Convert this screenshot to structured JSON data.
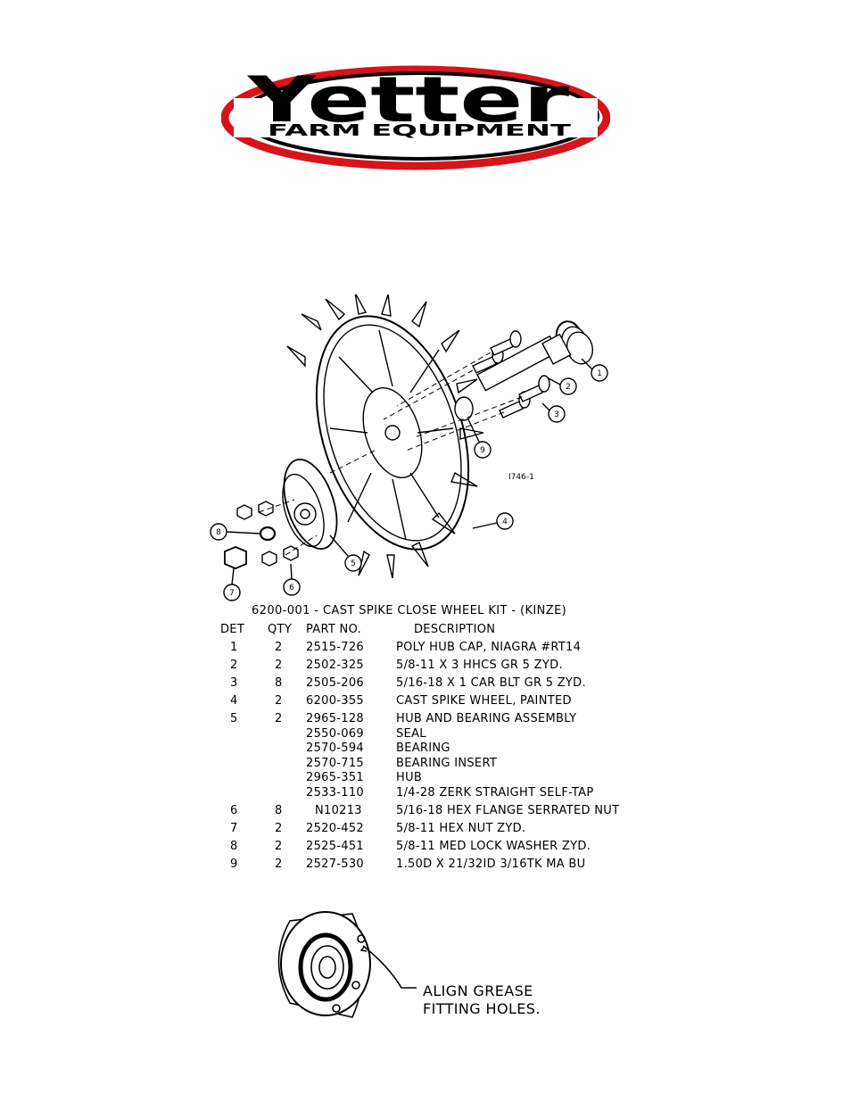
{
  "logo": {
    "brand": "Yetter",
    "tagline": "FARM EQUIPMENT"
  },
  "diagram": {
    "drawing_id": "I746-1",
    "callouts": [
      "1",
      "2",
      "3",
      "4",
      "5",
      "6",
      "6",
      "7",
      "8",
      "9"
    ]
  },
  "kit_title": "6200-001 - CAST SPIKE CLOSE WHEEL KIT - (KINZE)",
  "parts_table": {
    "headers": {
      "det": "DET",
      "qty": "QTY",
      "part": "PART NO.",
      "desc": "DESCRIPTION"
    },
    "rows": [
      {
        "det": "1",
        "qty": "2",
        "part": "2515-726",
        "desc": "POLY HUB CAP, NIAGRA #RT14"
      },
      {
        "det": "2",
        "qty": "2",
        "part": "2502-325",
        "desc": "5/8-11 X 3 HHCS GR 5 ZYD."
      },
      {
        "det": "3",
        "qty": "8",
        "part": "2505-206",
        "desc": "5/16-18 X 1 CAR BLT GR 5 ZYD."
      },
      {
        "det": "4",
        "qty": "2",
        "part": "6200-355",
        "desc": "CAST SPIKE WHEEL, PAINTED"
      },
      {
        "det": "5",
        "qty": "2",
        "part": "2965-128",
        "desc": "HUB AND BEARING ASSEMBLY"
      },
      {
        "det": "",
        "qty": "",
        "part": "2550-069",
        "desc": "SEAL"
      },
      {
        "det": "",
        "qty": "",
        "part": "2570-594",
        "desc": "BEARING"
      },
      {
        "det": "",
        "qty": "",
        "part": "2570-715",
        "desc": "BEARING INSERT"
      },
      {
        "det": "",
        "qty": "",
        "part": "2965-351",
        "desc": "HUB"
      },
      {
        "det": "",
        "qty": "",
        "part": "2533-110",
        "desc": "1/4-28 ZERK STRAIGHT SELF-TAP"
      },
      {
        "det": "6",
        "qty": "8",
        "part": "N10213",
        "desc": "5/16-18 HEX FLANGE SERRATED NUT"
      },
      {
        "det": "7",
        "qty": "2",
        "part": "2520-452",
        "desc": "5/8-11 HEX NUT ZYD."
      },
      {
        "det": "8",
        "qty": "2",
        "part": "2525-451",
        "desc": "5/8-11 MED LOCK WASHER ZYD."
      },
      {
        "det": "9",
        "qty": "2",
        "part": "2527-530",
        "desc": "1.50D X 21/32ID 3/16TK MA BU"
      }
    ]
  },
  "note": {
    "line1": "ALIGN GREASE",
    "line2": "FITTING HOLES."
  },
  "colors": {
    "brand_red": "#d7141a",
    "ink": "#000000"
  }
}
